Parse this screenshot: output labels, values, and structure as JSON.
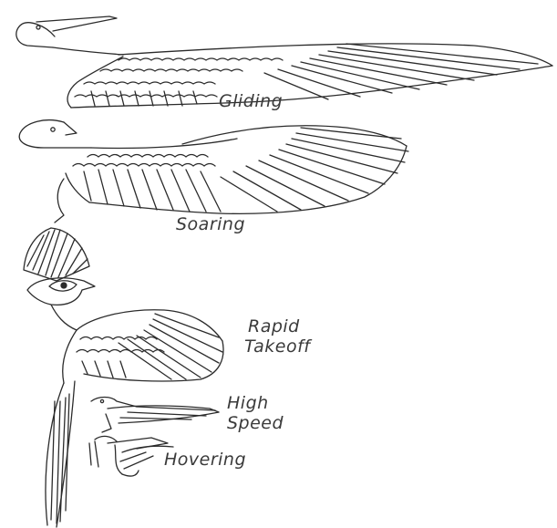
{
  "wing_types": [
    {
      "id": "gliding",
      "label": "Gliding",
      "icon": "gliding-wing-icon"
    },
    {
      "id": "soaring",
      "label": "Soaring",
      "icon": "soaring-wing-icon"
    },
    {
      "id": "rapid-takeoff",
      "label_lines": [
        "Rapid",
        "Takeoff"
      ],
      "icon": "rapid-takeoff-wing-icon"
    },
    {
      "id": "high-speed",
      "label_lines": [
        "High",
        "Speed"
      ],
      "icon": "high-speed-wing-icon"
    },
    {
      "id": "hovering",
      "label": "Hovering",
      "icon": "hovering-wing-icon"
    }
  ],
  "colors": {
    "ink": "#2b2b2b",
    "label": "#3a3a3a",
    "background": "#ffffff"
  }
}
